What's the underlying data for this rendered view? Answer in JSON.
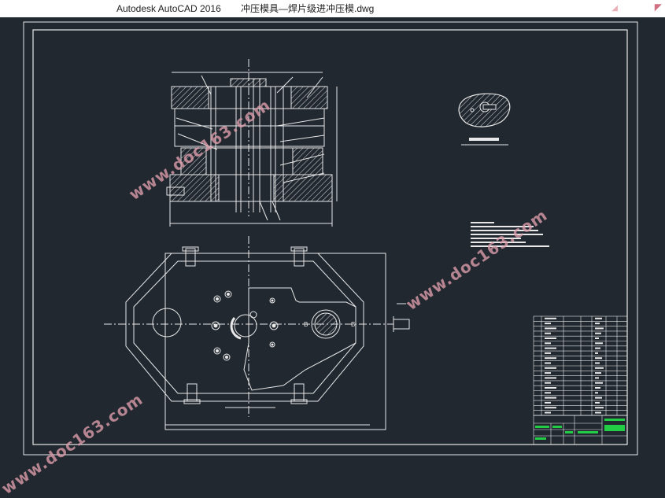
{
  "window": {
    "app_title": "Autodesk AutoCAD 2016",
    "file_title": "冲压模具—焊片级进冲压模.dwg"
  },
  "watermark": {
    "text": "www.doc163.com"
  },
  "drawing": {
    "section_label_left": "B",
    "section_label_right": "B"
  },
  "colors": {
    "background": "#212830",
    "lines": "#e8e8e8",
    "watermark": "#e0a0ad",
    "title_block_accent": "#22cc44"
  }
}
